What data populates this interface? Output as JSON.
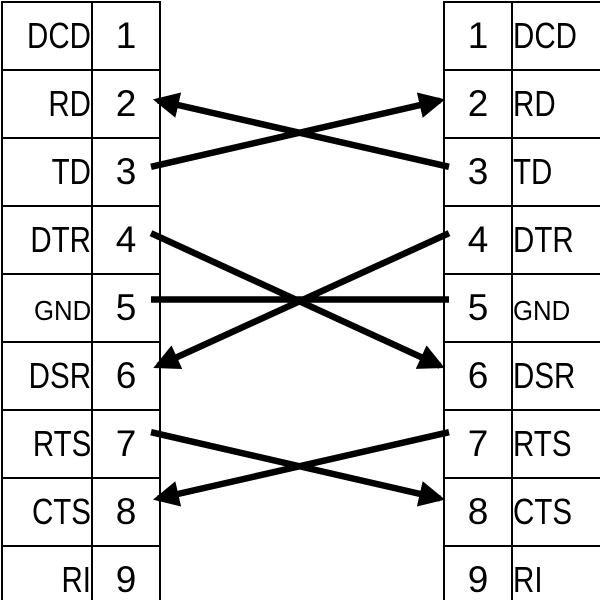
{
  "colors": {
    "foreground": "#000000",
    "background": "#ffffff",
    "wire": "#000000"
  },
  "left_connector": {
    "rows": [
      {
        "signal": "DCD",
        "pin": 1
      },
      {
        "signal": "RD",
        "pin": 2
      },
      {
        "signal": "TD",
        "pin": 3
      },
      {
        "signal": "DTR",
        "pin": 4
      },
      {
        "signal": "GND",
        "pin": 5
      },
      {
        "signal": "DSR",
        "pin": 6
      },
      {
        "signal": "RTS",
        "pin": 7
      },
      {
        "signal": "CTS",
        "pin": 8
      },
      {
        "signal": "RI",
        "pin": 9
      }
    ]
  },
  "right_connector": {
    "rows": [
      {
        "pin": 1,
        "signal": "DCD"
      },
      {
        "pin": 2,
        "signal": "RD"
      },
      {
        "pin": 3,
        "signal": "TD"
      },
      {
        "pin": 4,
        "signal": "DTR"
      },
      {
        "pin": 5,
        "signal": "GND"
      },
      {
        "pin": 6,
        "signal": "DSR"
      },
      {
        "pin": 7,
        "signal": "RTS"
      },
      {
        "pin": 8,
        "signal": "CTS"
      },
      {
        "pin": 9,
        "signal": "RI"
      }
    ]
  },
  "connections": [
    {
      "from": {
        "side": "left",
        "pin": 3,
        "signal": "TD"
      },
      "to": {
        "side": "right",
        "pin": 2,
        "signal": "RD"
      },
      "arrowhead": true
    },
    {
      "from": {
        "side": "right",
        "pin": 3,
        "signal": "TD"
      },
      "to": {
        "side": "left",
        "pin": 2,
        "signal": "RD"
      },
      "arrowhead": true
    },
    {
      "from": {
        "side": "left",
        "pin": 4,
        "signal": "DTR"
      },
      "to": {
        "side": "right",
        "pin": 6,
        "signal": "DSR"
      },
      "arrowhead": true
    },
    {
      "from": {
        "side": "right",
        "pin": 4,
        "signal": "DTR"
      },
      "to": {
        "side": "left",
        "pin": 6,
        "signal": "DSR"
      },
      "arrowhead": true
    },
    {
      "from": {
        "side": "left",
        "pin": 5,
        "signal": "GND"
      },
      "to": {
        "side": "right",
        "pin": 5,
        "signal": "GND"
      },
      "arrowhead": false
    },
    {
      "from": {
        "side": "left",
        "pin": 7,
        "signal": "RTS"
      },
      "to": {
        "side": "right",
        "pin": 8,
        "signal": "CTS"
      },
      "arrowhead": true
    },
    {
      "from": {
        "side": "right",
        "pin": 7,
        "signal": "RTS"
      },
      "to": {
        "side": "left",
        "pin": 8,
        "signal": "CTS"
      },
      "arrowhead": true
    }
  ]
}
